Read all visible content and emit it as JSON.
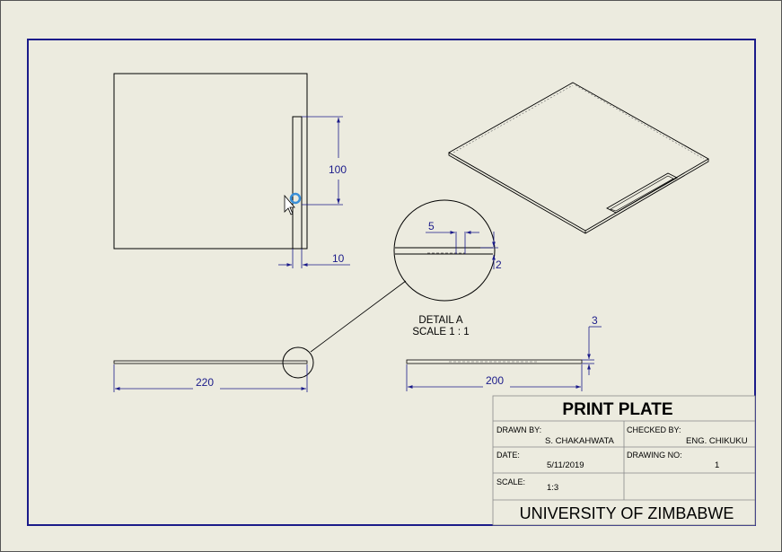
{
  "drawing": {
    "top_view": {
      "dim_slot_length": "100",
      "dim_slot_width": "10"
    },
    "detail": {
      "dim_5": "5",
      "dim_2": "2",
      "label_line1": "DETAIL A",
      "label_line2": "SCALE 1 : 1"
    },
    "front_view": {
      "dim_length": "220"
    },
    "side_view": {
      "dim_length": "200",
      "dim_thickness": "3"
    }
  },
  "title_block": {
    "title": "PRINT PLATE",
    "drawn_by_label": "DRAWN BY:",
    "drawn_by_value": "S. CHAKAHWATA",
    "checked_by_label": "CHECKED BY:",
    "checked_by_value": "ENG. CHIKUKU",
    "date_label": "DATE:",
    "date_value": "5/11/2019",
    "drawing_no_label": "DRAWING NO:",
    "drawing_no_value": "1",
    "scale_label": "SCALE:",
    "scale_value": "1:3",
    "organization": "UNIVERSITY OF ZIMBABWE"
  },
  "colors": {
    "frame": "#1b1b8a",
    "dimension": "#1b1b8a",
    "geometry": "#000000",
    "sheet": "#ecebdf",
    "cursor_marker": "#3a8fd8"
  },
  "icons": [
    "pointer-cursor-icon",
    "selection-marker-icon"
  ]
}
